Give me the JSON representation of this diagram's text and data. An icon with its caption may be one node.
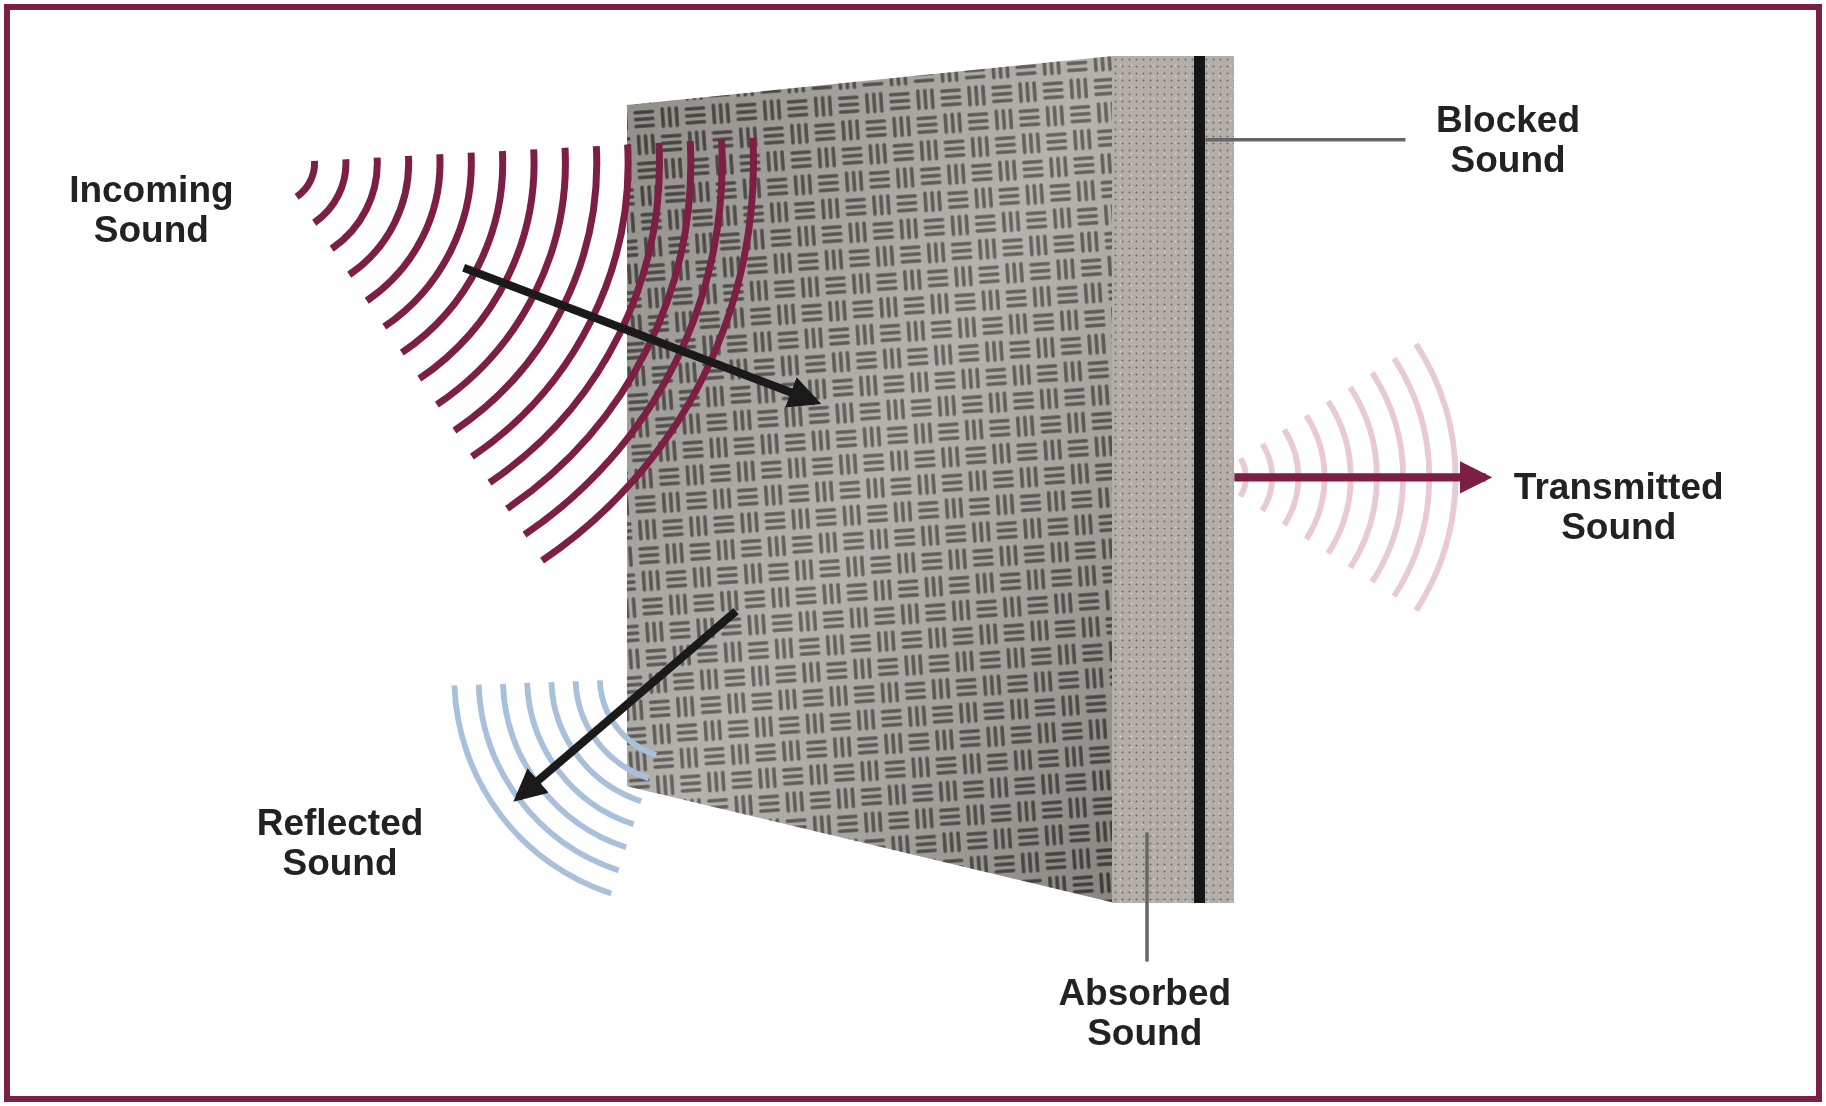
{
  "diagram": {
    "nodes": [
      {
        "text": [
          "Incoming Sound"
        ]
      },
      {
        "text": [
          "Blocked Sound"
        ]
      },
      {
        "text": [
          "Transmitted Sound"
        ]
      },
      {
        "text": [
          "Reflected Sound"
        ]
      },
      {
        "text": [
          "Absorbed Sound"
        ]
      },
      {
        "text": [],
        "shape": "box"
      },
      {
        "text": [],
        "shape": "box"
      },
      {
        "text": [],
        "shape": "bar",
        "in": 6
      }
    ],
    "edges": [
      {
        "from": null,
        "to": 5,
        "arrow": "to"
      },
      {
        "from": 5,
        "to": 3,
        "arrow": "to"
      },
      {
        "from": 6,
        "to": 2,
        "arrow": "to",
        "color": "#7d1f45"
      },
      {
        "from": 1,
        "to": 7,
        "arrow": "none",
        "color": "#666666"
      },
      {
        "from": 4,
        "to": 6,
        "arrow": "none",
        "color": "#666666"
      }
    ]
  }
}
